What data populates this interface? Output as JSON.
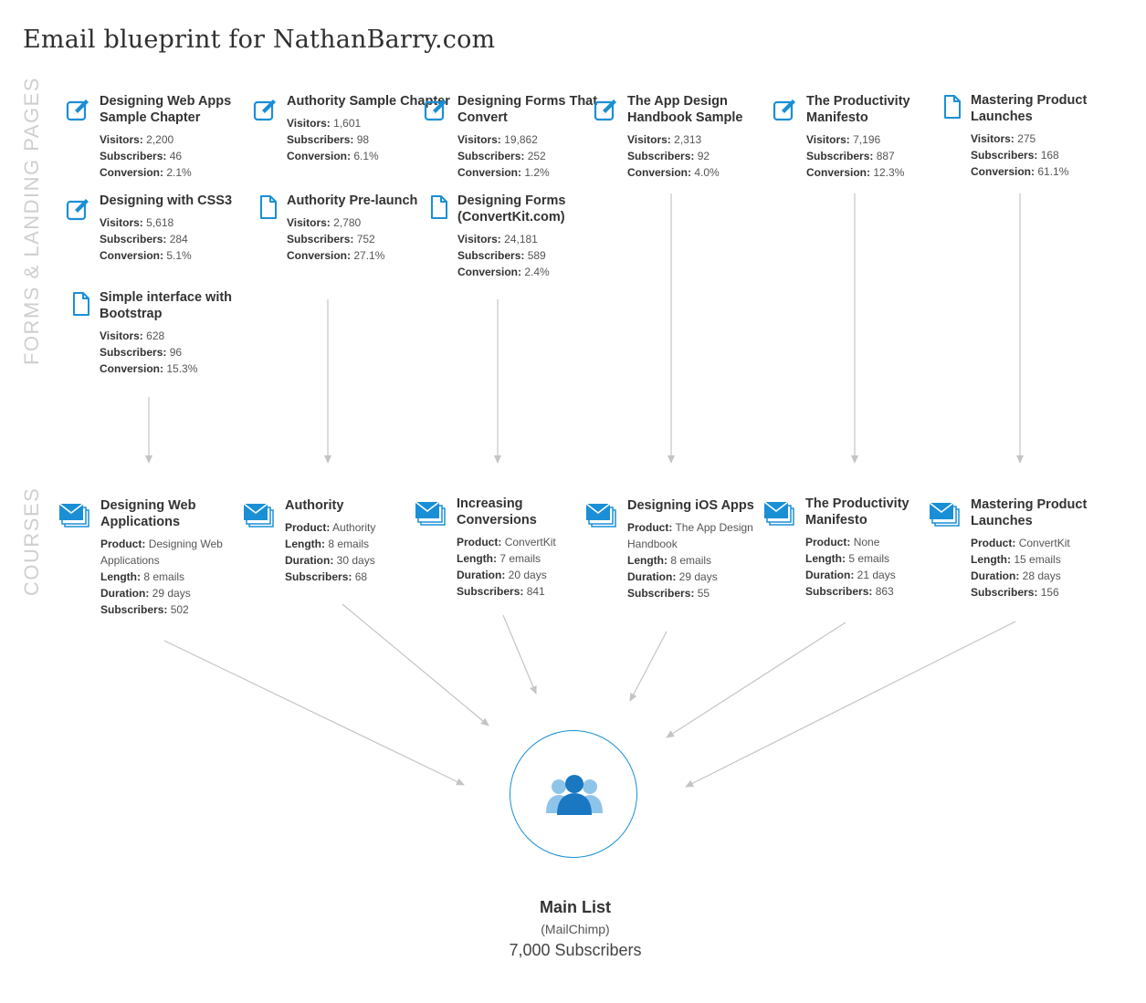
{
  "title": "Email blueprint for NathanBarry.com",
  "sections": {
    "forms": "FORMS & LANDING PAGES",
    "courses": "COURSES"
  },
  "forms": [
    {
      "id": "f1",
      "icon": "edit-form-icon",
      "title": "Designing Web Apps Sample Chapter",
      "visitors": "2,200",
      "subscribers": "46",
      "conversion": "2.1%"
    },
    {
      "id": "f2",
      "icon": "edit-form-icon",
      "title": "Designing with CSS3",
      "visitors": "5,618",
      "subscribers": "284",
      "conversion": "5.1%"
    },
    {
      "id": "f3",
      "icon": "page-icon",
      "title": "Simple interface with Bootstrap",
      "visitors": "628",
      "subscribers": "96",
      "conversion": "15.3%"
    },
    {
      "id": "f4",
      "icon": "edit-form-icon",
      "title": "Authority Sample Chapter",
      "visitors": "1,601",
      "subscribers": "98",
      "conversion": "6.1%"
    },
    {
      "id": "f5",
      "icon": "page-icon",
      "title": "Authority Pre-launch",
      "visitors": "2,780",
      "subscribers": "752",
      "conversion": "27.1%"
    },
    {
      "id": "f6",
      "icon": "edit-form-icon",
      "title": "Designing Forms That Convert",
      "visitors": "19,862",
      "subscribers": "252",
      "conversion": "1.2%"
    },
    {
      "id": "f7",
      "icon": "page-icon",
      "title": "Designing Forms (ConvertKit.com)",
      "visitors": "24,181",
      "subscribers": "589",
      "conversion": "2.4%"
    },
    {
      "id": "f8",
      "icon": "edit-form-icon",
      "title": "The App Design Handbook Sample",
      "visitors": "2,313",
      "subscribers": "92",
      "conversion": "4.0%"
    },
    {
      "id": "f9",
      "icon": "edit-form-icon",
      "title": "The Productivity Manifesto",
      "visitors": "7,196",
      "subscribers": "887",
      "conversion": "12.3%"
    },
    {
      "id": "f10",
      "icon": "page-icon",
      "title": "Mastering Product Launches",
      "visitors": "275",
      "subscribers": "168",
      "conversion": "61.1%"
    }
  ],
  "courses": [
    {
      "id": "c1",
      "title": "Designing Web Applications",
      "product": "Designing Web Applications",
      "length": "8 emails",
      "duration": "29 days",
      "subscribers": "502"
    },
    {
      "id": "c2",
      "title": "Authority",
      "product": "Authority",
      "length": "8 emails",
      "duration": "30 days",
      "subscribers": "68"
    },
    {
      "id": "c3",
      "title": "Increasing Conversions",
      "product": "ConvertKit",
      "length": "7 emails",
      "duration": "20 days",
      "subscribers": "841"
    },
    {
      "id": "c4",
      "title": "Designing iOS Apps",
      "product": "The App Design Handbook",
      "length": "8 emails",
      "duration": "29 days",
      "subscribers": "55"
    },
    {
      "id": "c5",
      "title": "The Productivity Manifesto",
      "product": "None",
      "length": "5 emails",
      "duration": "21 days",
      "subscribers": "863"
    },
    {
      "id": "c6",
      "title": "Mastering Product Launches",
      "product": "ConvertKit",
      "length": "15 emails",
      "duration": "28 days",
      "subscribers": "156"
    }
  ],
  "stat_labels": {
    "visitors": "Visitors:",
    "subscribers": "Subscribers:",
    "conversion": "Conversion:",
    "product": "Product:",
    "length": "Length:",
    "duration": "Duration:"
  },
  "main_list": {
    "name": "Main List",
    "provider": "(MailChimp)",
    "count": "7,000 Subscribers",
    "icon": "users-group-icon"
  },
  "colors": {
    "accent": "#1a8fd6",
    "arrow": "#c4c4c4",
    "section_label": "#cfcfcf"
  }
}
